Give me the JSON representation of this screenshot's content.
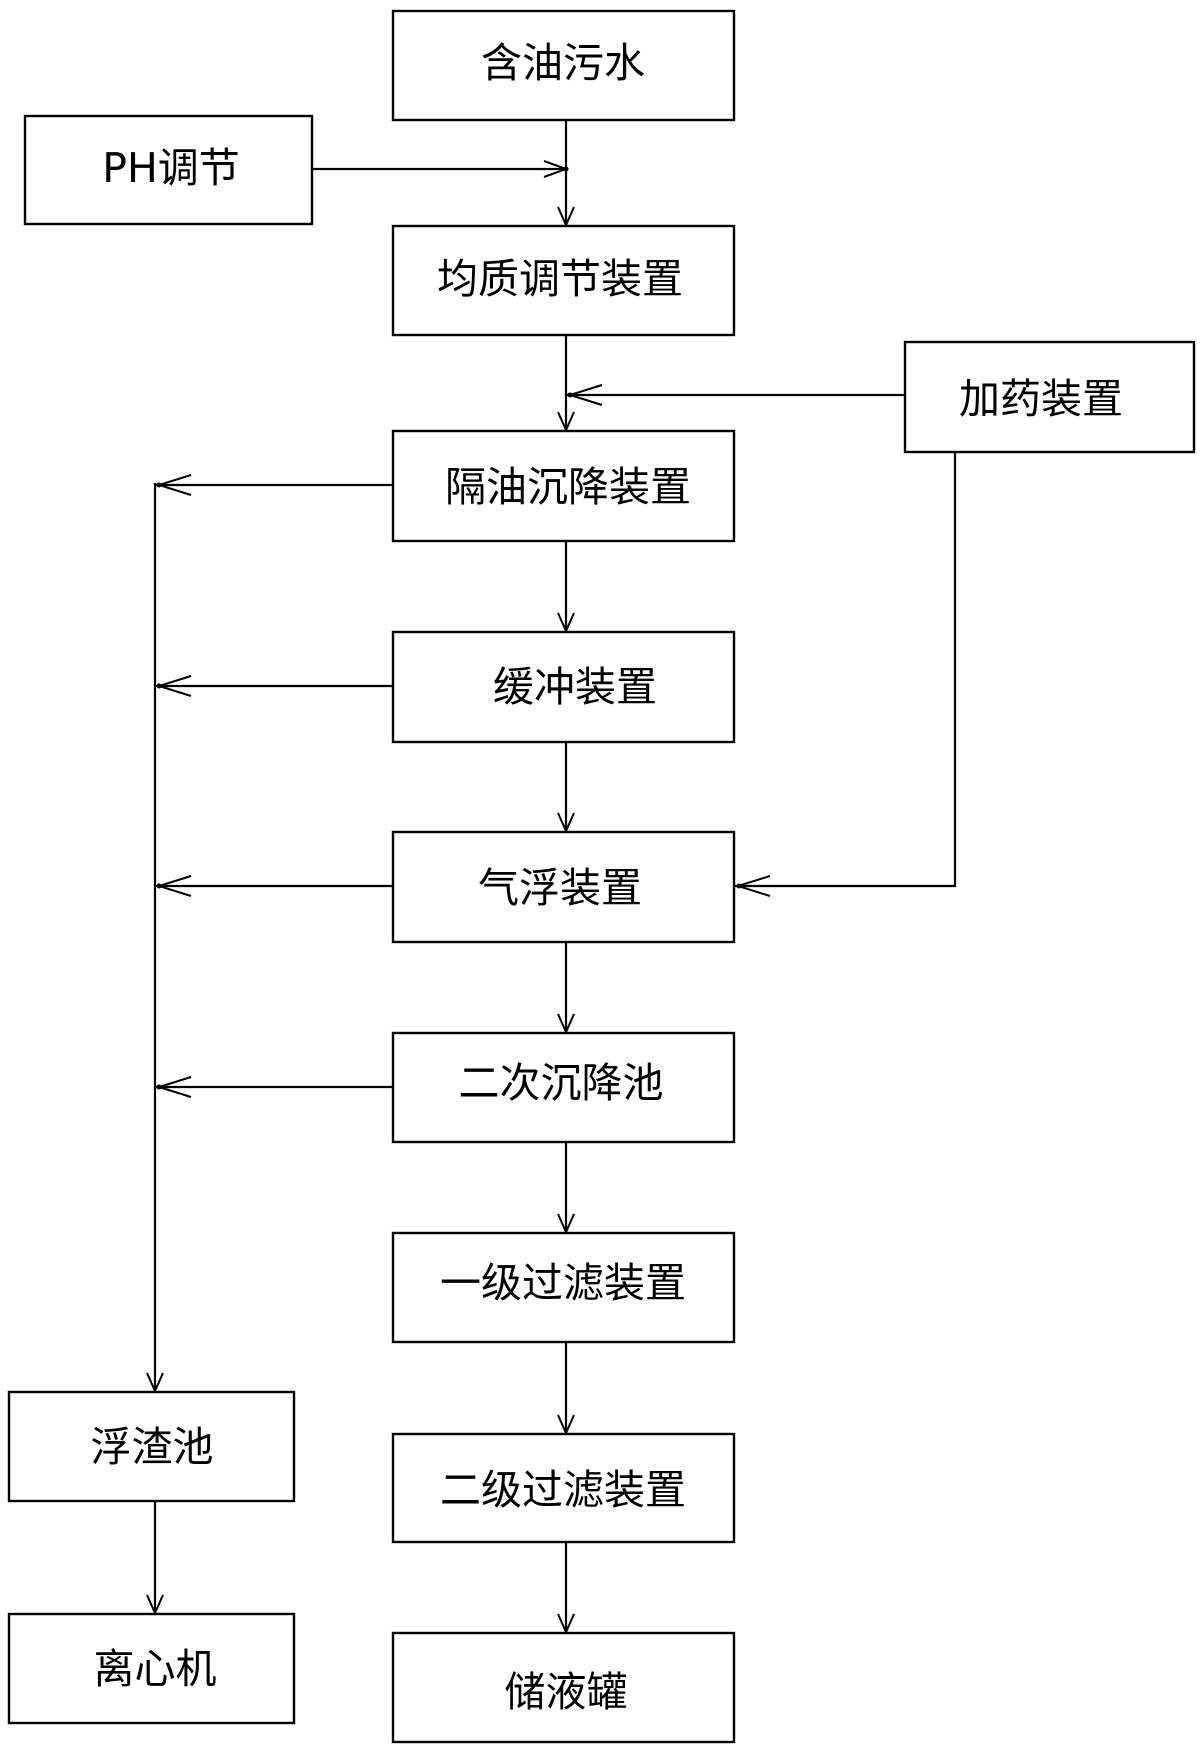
{
  "nodes": {
    "oily_wastewater": "含油污水",
    "ph_adjust": "PH调节",
    "homogenizer": "均质调节装置",
    "dosing": "加药装置",
    "oil_separation": "隔油沉降装置",
    "buffer": "缓冲装置",
    "air_flotation": "气浮装置",
    "secondary_settling": "二次沉降池",
    "primary_filter": "一级过滤装置",
    "secondary_filter": "二级过滤装置",
    "storage_tank": "储液罐",
    "scum_tank": "浮渣池",
    "centrifuge": "离心机"
  },
  "colors": {
    "stroke": "#000000",
    "background": "#ffffff"
  }
}
